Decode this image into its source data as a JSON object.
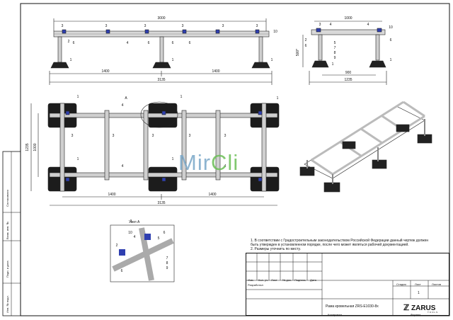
{
  "notes": {
    "line1": "1. В соответствии с Градостроительным законодательством Российской Федерации данный чертеж должен",
    "line2": "быть утвержден в установленном порядке, после чего может являться рабочей документацией.",
    "line3": "2. Размеры уточнить по месту."
  },
  "titleblock": {
    "headers": [
      "Изм.",
      "Кол. уч.",
      "Лист",
      "№ док.",
      "Подпись",
      "Дата"
    ],
    "developer": "Разработал",
    "stage": "Стадия",
    "sheet": "Лист",
    "sheets": "Листов",
    "sheet_num": "1",
    "title": "Рама кровельная ZRS-E1030-8x",
    "copied": "Копировал",
    "format": "Формат",
    "brand": "ZARUS",
    "brand_sub": "TOOLS"
  },
  "side_labels": [
    "Согласовано",
    "Взам. инв. №",
    "Подп. и дата",
    "Инв. № подл."
  ],
  "watermark": {
    "part1": "Mir",
    "part2": "Cli"
  },
  "front_view": {
    "dim_total": "3000",
    "dim_base": "3135",
    "dim_left": "1400",
    "dim_right": "1400",
    "callouts": [
      "3",
      "3",
      "3",
      "3",
      "3",
      "3",
      "10",
      "2",
      "6",
      "4",
      "6",
      "6",
      "6",
      "1",
      "1",
      "1"
    ]
  },
  "side_view": {
    "dim_top": "1000",
    "dim_height": "500*",
    "dim_inner": "900",
    "dim_total": "1235",
    "callouts": [
      "3",
      "4",
      "4",
      "10",
      "2",
      "6",
      "6",
      "5",
      "7",
      "8",
      "9",
      "1",
      "1"
    ]
  },
  "plan_view": {
    "dim_depth_outer": "1235",
    "dim_depth_inner": "1000",
    "dim_left": "1400",
    "dim_right": "1400",
    "dim_total": "3135",
    "detail_label": "A",
    "callouts": [
      "1",
      "4",
      "1",
      "3",
      "3",
      "3",
      "3",
      "3",
      "4",
      "4",
      "1",
      "1",
      "1"
    ]
  },
  "detail": {
    "title": "Узел А",
    "callouts": [
      "3",
      "10",
      "4",
      "2",
      "6",
      "5",
      "7",
      "8",
      "9",
      "6"
    ]
  }
}
